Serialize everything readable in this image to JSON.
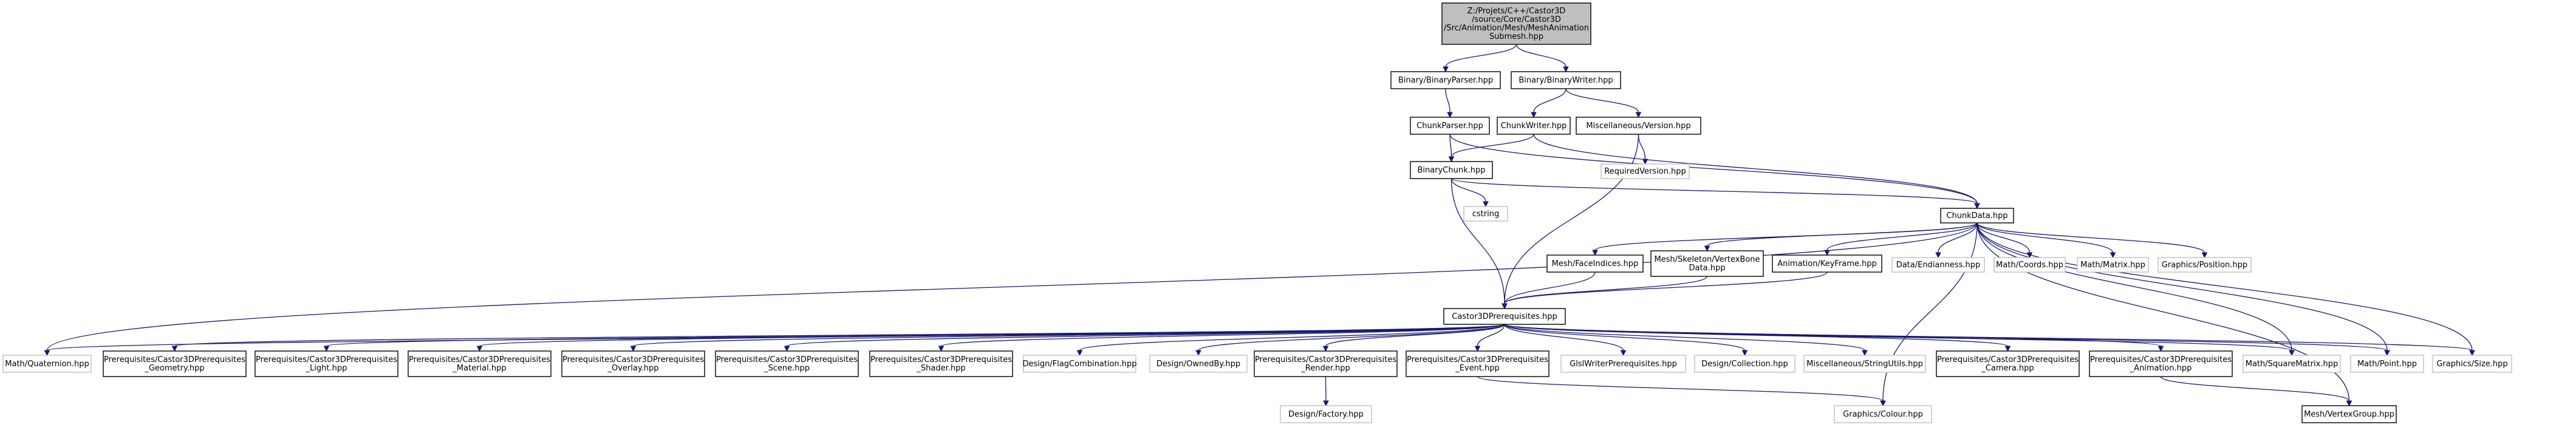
{
  "diagram": {
    "title": "",
    "nodes": [
      {
        "id": "root",
        "lines": [
          "Z:/Projets/C++/Castor3D",
          "/source/Core/Castor3D",
          "/Src/Animation/Mesh/MeshAnimation",
          "Submesh.hpp"
        ],
        "kind": "root"
      },
      {
        "id": "binparser",
        "lines": [
          "Binary/BinaryParser.hpp"
        ],
        "kind": "link"
      },
      {
        "id": "binwriter",
        "lines": [
          "Binary/BinaryWriter.hpp"
        ],
        "kind": "link"
      },
      {
        "id": "chunkparser",
        "lines": [
          "ChunkParser.hpp"
        ],
        "kind": "link"
      },
      {
        "id": "chunkwriter",
        "lines": [
          "ChunkWriter.hpp"
        ],
        "kind": "link"
      },
      {
        "id": "version",
        "lines": [
          "Miscellaneous/Version.hpp"
        ],
        "kind": "link"
      },
      {
        "id": "binchunk",
        "lines": [
          "BinaryChunk.hpp"
        ],
        "kind": "link"
      },
      {
        "id": "reqversion",
        "lines": [
          "RequiredVersion.hpp"
        ],
        "kind": "dep"
      },
      {
        "id": "cstring",
        "lines": [
          "cstring"
        ],
        "kind": "dep"
      },
      {
        "id": "chunkdata",
        "lines": [
          "ChunkData.hpp"
        ],
        "kind": "link"
      },
      {
        "id": "faceindices",
        "lines": [
          "Mesh/FaceIndices.hpp"
        ],
        "kind": "link"
      },
      {
        "id": "vertexbone",
        "lines": [
          "Mesh/Skeleton/VertexBone",
          "Data.hpp"
        ],
        "kind": "link"
      },
      {
        "id": "keyframe",
        "lines": [
          "Animation/KeyFrame.hpp"
        ],
        "kind": "link"
      },
      {
        "id": "endianness",
        "lines": [
          "Data/Endianness.hpp"
        ],
        "kind": "dep"
      },
      {
        "id": "coords",
        "lines": [
          "Math/Coords.hpp"
        ],
        "kind": "dep"
      },
      {
        "id": "matrix",
        "lines": [
          "Math/Matrix.hpp"
        ],
        "kind": "dep"
      },
      {
        "id": "position",
        "lines": [
          "Graphics/Position.hpp"
        ],
        "kind": "dep"
      },
      {
        "id": "prereq",
        "lines": [
          "Castor3DPrerequisites.hpp"
        ],
        "kind": "link"
      },
      {
        "id": "quaternion",
        "lines": [
          "Math/Quaternion.hpp"
        ],
        "kind": "dep"
      },
      {
        "id": "geometry",
        "lines": [
          "Prerequisites/Castor3DPrerequisites",
          "_Geometry.hpp"
        ],
        "kind": "link"
      },
      {
        "id": "light",
        "lines": [
          "Prerequisites/Castor3DPrerequisites",
          "_Light.hpp"
        ],
        "kind": "link"
      },
      {
        "id": "material",
        "lines": [
          "Prerequisites/Castor3DPrerequisites",
          "_Material.hpp"
        ],
        "kind": "link"
      },
      {
        "id": "overlay",
        "lines": [
          "Prerequisites/Castor3DPrerequisites",
          "_Overlay.hpp"
        ],
        "kind": "link"
      },
      {
        "id": "scene",
        "lines": [
          "Prerequisites/Castor3DPrerequisites",
          "_Scene.hpp"
        ],
        "kind": "link"
      },
      {
        "id": "shader",
        "lines": [
          "Prerequisites/Castor3DPrerequisites",
          "_Shader.hpp"
        ],
        "kind": "link"
      },
      {
        "id": "flagcomb",
        "lines": [
          "Design/FlagCombination.hpp"
        ],
        "kind": "dep"
      },
      {
        "id": "ownedby",
        "lines": [
          "Design/OwnedBy.hpp"
        ],
        "kind": "dep"
      },
      {
        "id": "render",
        "lines": [
          "Prerequisites/Castor3DPrerequisites",
          "_Render.hpp"
        ],
        "kind": "link"
      },
      {
        "id": "event",
        "lines": [
          "Prerequisites/Castor3DPrerequisites",
          "_Event.hpp"
        ],
        "kind": "link"
      },
      {
        "id": "glslwriter",
        "lines": [
          "GlslWriterPrerequisites.hpp"
        ],
        "kind": "dep"
      },
      {
        "id": "collection",
        "lines": [
          "Design/Collection.hpp"
        ],
        "kind": "dep"
      },
      {
        "id": "stringutils",
        "lines": [
          "Miscellaneous/StringUtils.hpp"
        ],
        "kind": "dep"
      },
      {
        "id": "camera",
        "lines": [
          "Prerequisites/Castor3DPrerequisites",
          "_Camera.hpp"
        ],
        "kind": "link"
      },
      {
        "id": "animation",
        "lines": [
          "Prerequisites/Castor3DPrerequisites",
          "_Animation.hpp"
        ],
        "kind": "link"
      },
      {
        "id": "sqmatrix",
        "lines": [
          "Math/SquareMatrix.hpp"
        ],
        "kind": "dep"
      },
      {
        "id": "point",
        "lines": [
          "Math/Point.hpp"
        ],
        "kind": "dep"
      },
      {
        "id": "size",
        "lines": [
          "Graphics/Size.hpp"
        ],
        "kind": "dep"
      },
      {
        "id": "factory",
        "lines": [
          "Design/Factory.hpp"
        ],
        "kind": "dep"
      },
      {
        "id": "colour",
        "lines": [
          "Graphics/Colour.hpp"
        ],
        "kind": "dep"
      },
      {
        "id": "vertexgroup",
        "lines": [
          "Mesh/VertexGroup.hpp"
        ],
        "kind": "link"
      }
    ],
    "edges": [
      [
        "root",
        "binparser"
      ],
      [
        "root",
        "binwriter"
      ],
      [
        "binparser",
        "chunkparser"
      ],
      [
        "binwriter",
        "chunkwriter"
      ],
      [
        "binwriter",
        "version"
      ],
      [
        "chunkparser",
        "binchunk"
      ],
      [
        "chunkparser",
        "chunkdata"
      ],
      [
        "chunkwriter",
        "binchunk"
      ],
      [
        "chunkwriter",
        "chunkdata"
      ],
      [
        "version",
        "reqversion"
      ],
      [
        "version",
        "prereq"
      ],
      [
        "binchunk",
        "cstring"
      ],
      [
        "binchunk",
        "chunkdata"
      ],
      [
        "binchunk",
        "prereq"
      ],
      [
        "chunkdata",
        "faceindices"
      ],
      [
        "chunkdata",
        "vertexbone"
      ],
      [
        "chunkdata",
        "keyframe"
      ],
      [
        "chunkdata",
        "endianness"
      ],
      [
        "chunkdata",
        "coords"
      ],
      [
        "chunkdata",
        "matrix"
      ],
      [
        "chunkdata",
        "position"
      ],
      [
        "chunkdata",
        "quaternion"
      ],
      [
        "chunkdata",
        "sqmatrix"
      ],
      [
        "chunkdata",
        "point"
      ],
      [
        "chunkdata",
        "size"
      ],
      [
        "chunkdata",
        "colour"
      ],
      [
        "chunkdata",
        "vertexgroup"
      ],
      [
        "faceindices",
        "prereq"
      ],
      [
        "vertexbone",
        "prereq"
      ],
      [
        "keyframe",
        "prereq"
      ],
      [
        "prereq",
        "quaternion"
      ],
      [
        "prereq",
        "geometry"
      ],
      [
        "prereq",
        "light"
      ],
      [
        "prereq",
        "material"
      ],
      [
        "prereq",
        "overlay"
      ],
      [
        "prereq",
        "scene"
      ],
      [
        "prereq",
        "shader"
      ],
      [
        "prereq",
        "flagcomb"
      ],
      [
        "prereq",
        "ownedby"
      ],
      [
        "prereq",
        "render"
      ],
      [
        "prereq",
        "event"
      ],
      [
        "prereq",
        "glslwriter"
      ],
      [
        "prereq",
        "collection"
      ],
      [
        "prereq",
        "stringutils"
      ],
      [
        "prereq",
        "camera"
      ],
      [
        "prereq",
        "animation"
      ],
      [
        "prereq",
        "sqmatrix"
      ],
      [
        "prereq",
        "point"
      ],
      [
        "prereq",
        "size"
      ],
      [
        "render",
        "factory"
      ],
      [
        "event",
        "colour"
      ],
      [
        "animation",
        "vertexgroup"
      ]
    ]
  }
}
